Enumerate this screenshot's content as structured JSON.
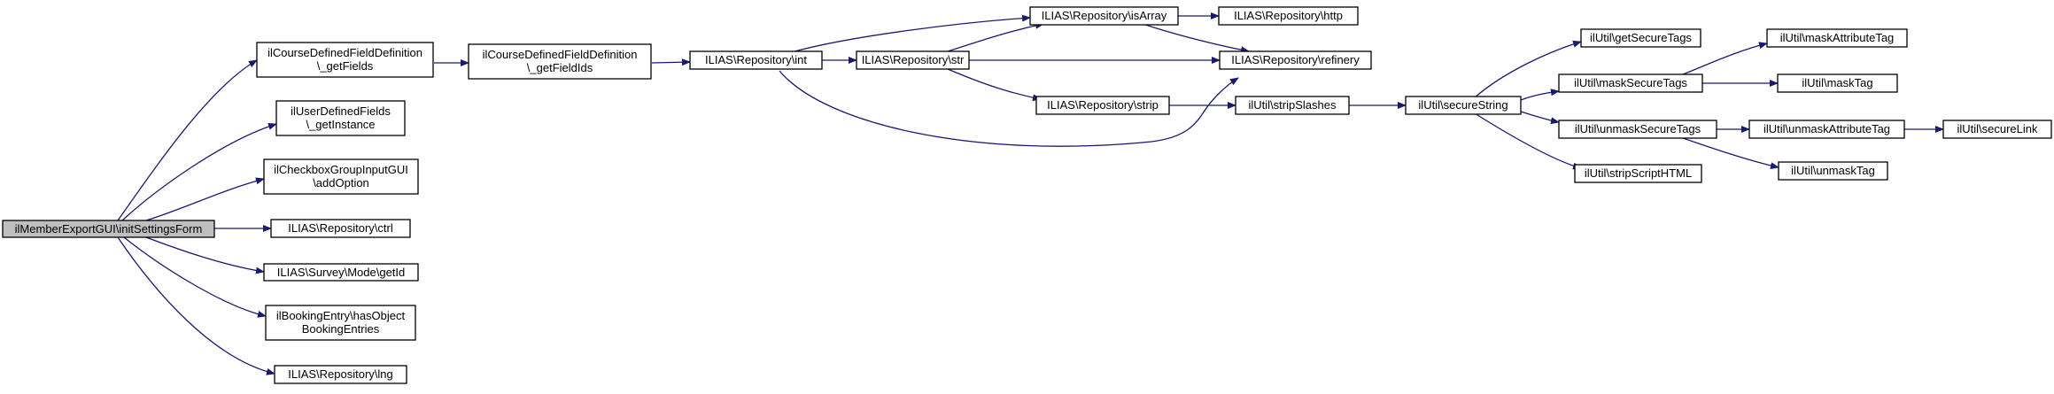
{
  "graph": {
    "edge_color": "#191970",
    "root_fill": "#bfbfbf",
    "nodes": {
      "root": [
        "ilMemberExportGUI\\initSettingsForm"
      ],
      "cdfd_getFields": [
        "ilCourseDefinedFieldDefinition",
        "\\_getFields"
      ],
      "udf_getInstance": [
        "ilUserDefinedFields",
        "\\_getInstance"
      ],
      "cbg_addOption": [
        "ilCheckboxGroupInputGUI",
        "\\addOption"
      ],
      "repo_ctrl": [
        "ILIAS\\Repository\\ctrl"
      ],
      "survey_getId": [
        "ILIAS\\Survey\\Mode\\getId"
      ],
      "booking_has": [
        "ilBookingEntry\\hasObject",
        "BookingEntries"
      ],
      "repo_lng": [
        "ILIAS\\Repository\\lng"
      ],
      "cdfd_getFieldIds": [
        "ilCourseDefinedFieldDefinition",
        "\\_getFieldIds"
      ],
      "repo_int": [
        "ILIAS\\Repository\\int"
      ],
      "repo_str": [
        "ILIAS\\Repository\\str"
      ],
      "repo_isArray": [
        "ILIAS\\Repository\\isArray"
      ],
      "repo_strip": [
        "ILIAS\\Repository\\strip"
      ],
      "repo_http": [
        "ILIAS\\Repository\\http"
      ],
      "repo_refinery": [
        "ILIAS\\Repository\\refinery"
      ],
      "util_stripSlashes": [
        "ilUtil\\stripSlashes"
      ],
      "util_secureString": [
        "ilUtil\\secureString"
      ],
      "util_getSecureTags": [
        "ilUtil\\getSecureTags"
      ],
      "util_maskSecureTags": [
        "ilUtil\\maskSecureTags"
      ],
      "util_unmaskSecureTags": [
        "ilUtil\\unmaskSecureTags"
      ],
      "util_stripScriptHTML": [
        "ilUtil\\stripScriptHTML"
      ],
      "util_maskAttributeTag": [
        "ilUtil\\maskAttributeTag"
      ],
      "util_maskTag": [
        "ilUtil\\maskTag"
      ],
      "util_unmaskAttributeTag": [
        "ilUtil\\unmaskAttributeTag"
      ],
      "util_unmaskTag": [
        "ilUtil\\unmaskTag"
      ],
      "util_secureLink": [
        "ilUtil\\secureLink"
      ]
    },
    "edges": [
      [
        "root",
        "cdfd_getFields"
      ],
      [
        "root",
        "udf_getInstance"
      ],
      [
        "root",
        "cbg_addOption"
      ],
      [
        "root",
        "repo_ctrl"
      ],
      [
        "root",
        "survey_getId"
      ],
      [
        "root",
        "booking_has"
      ],
      [
        "root",
        "repo_lng"
      ],
      [
        "cdfd_getFields",
        "cdfd_getFieldIds"
      ],
      [
        "cdfd_getFieldIds",
        "repo_int"
      ],
      [
        "repo_int",
        "repo_str"
      ],
      [
        "repo_int",
        "repo_isArray"
      ],
      [
        "repo_int",
        "repo_refinery"
      ],
      [
        "repo_str",
        "repo_isArray"
      ],
      [
        "repo_str",
        "repo_refinery"
      ],
      [
        "repo_str",
        "repo_strip"
      ],
      [
        "repo_isArray",
        "repo_http"
      ],
      [
        "repo_isArray",
        "repo_refinery"
      ],
      [
        "repo_strip",
        "util_stripSlashes"
      ],
      [
        "util_stripSlashes",
        "util_secureString"
      ],
      [
        "util_secureString",
        "util_getSecureTags"
      ],
      [
        "util_secureString",
        "util_maskSecureTags"
      ],
      [
        "util_secureString",
        "util_unmaskSecureTags"
      ],
      [
        "util_secureString",
        "util_stripScriptHTML"
      ],
      [
        "util_maskSecureTags",
        "util_maskAttributeTag"
      ],
      [
        "util_maskSecureTags",
        "util_maskTag"
      ],
      [
        "util_unmaskSecureTags",
        "util_unmaskAttributeTag"
      ],
      [
        "util_unmaskSecureTags",
        "util_unmaskTag"
      ],
      [
        "util_unmaskAttributeTag",
        "util_secureLink"
      ]
    ]
  }
}
